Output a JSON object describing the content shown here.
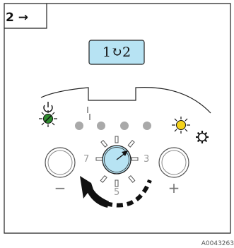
{
  "step": {
    "label": "2 →"
  },
  "display": {
    "text": "1↻2",
    "bg_color": "#b7e3f3"
  },
  "dial": {
    "scale_left": "7",
    "scale_right": "3",
    "scale_bottom": "5",
    "face_color": "#b7e3f3"
  },
  "buttons": {
    "minus_label": "−",
    "plus_label": "+"
  },
  "indicators": {
    "power_led_color": "#2e8b2e",
    "light_led_color": "#f4d21a",
    "dot_color": "#a9a9a9"
  },
  "reference": {
    "code": "A0043263"
  }
}
